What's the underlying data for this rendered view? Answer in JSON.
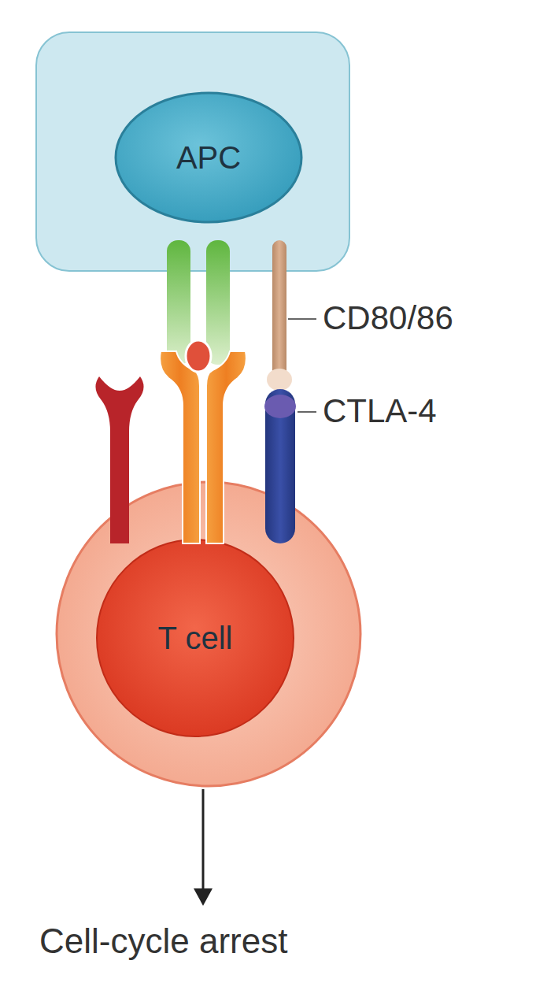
{
  "diagram": {
    "nodes": [
      {
        "text": [
          "APC"
        ]
      },
      {
        "text": [
          "T cell"
        ]
      }
    ],
    "labels": [
      "CD80/86",
      "CTLA-4",
      "Cell-cycle arrest"
    ]
  }
}
